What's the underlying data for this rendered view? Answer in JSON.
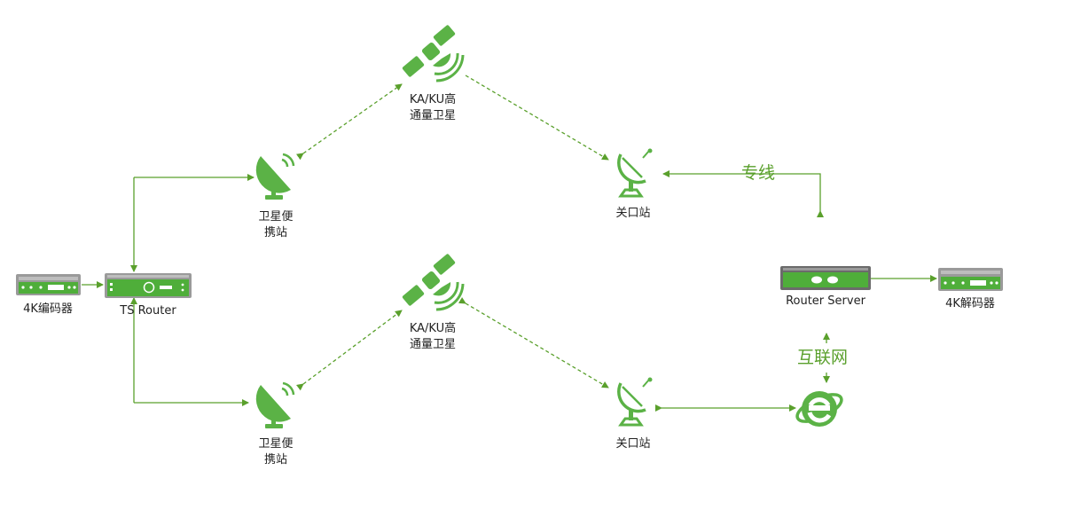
{
  "colors": {
    "accent": "#5aa02c",
    "icon_green": "#5bb246",
    "device_body": "#9a9a9a",
    "device_face": "#4fae3a",
    "text": "#222222"
  },
  "nodes": {
    "encoder": {
      "label": "4K编码器",
      "icon": "encoder-device-icon"
    },
    "ts_router": {
      "label": "TS Router",
      "icon": "router-device-icon"
    },
    "sat_top": {
      "label_line1": "KA/KU高",
      "label_line2": "通量卫星",
      "icon": "satellite-icon"
    },
    "sat_bottom": {
      "label_line1": "KA/KU高",
      "label_line2": "通量卫星",
      "icon": "satellite-icon"
    },
    "portable_top": {
      "label_line1": "卫星便",
      "label_line2": "携站",
      "icon": "satellite-dish-icon"
    },
    "portable_bottom": {
      "label_line1": "卫星便",
      "label_line2": "携站",
      "icon": "satellite-dish-icon"
    },
    "gateway_top": {
      "label": "关口站",
      "icon": "satellite-dish-icon"
    },
    "gateway_bottom": {
      "label": "关口站",
      "icon": "satellite-dish-icon"
    },
    "router_server": {
      "label": "Router Server",
      "icon": "server-device-icon"
    },
    "decoder": {
      "label": "4K解码器",
      "icon": "decoder-device-icon"
    },
    "internet": {
      "icon": "internet-explorer-icon"
    }
  },
  "links": {
    "leased_line": "专线",
    "internet": "互联网"
  }
}
